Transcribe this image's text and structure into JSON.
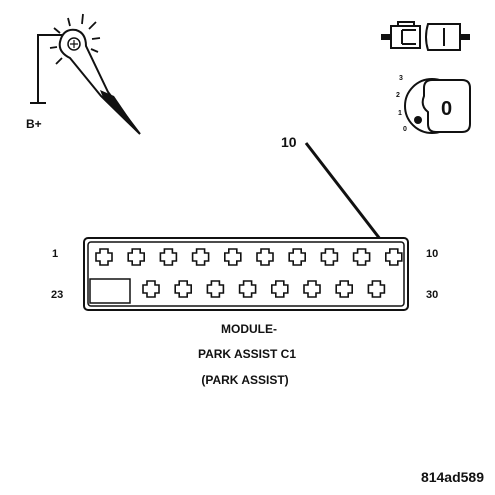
{
  "probe": {
    "supply_label": "B+"
  },
  "ignition": {
    "switch_positions": [
      "3",
      "2",
      "1",
      "0"
    ],
    "key_position": "0"
  },
  "connector": {
    "callout_pin": "10",
    "row1": {
      "start_pin": "1",
      "end_pin": "10",
      "cavity_count": 10
    },
    "row2": {
      "start_pin": "23",
      "end_pin": "30",
      "cavity_count": 8
    },
    "title_lines": [
      "MODULE-",
      "PARK ASSIST C1",
      "(PARK ASSIST)"
    ]
  },
  "figure_id": "814ad589"
}
